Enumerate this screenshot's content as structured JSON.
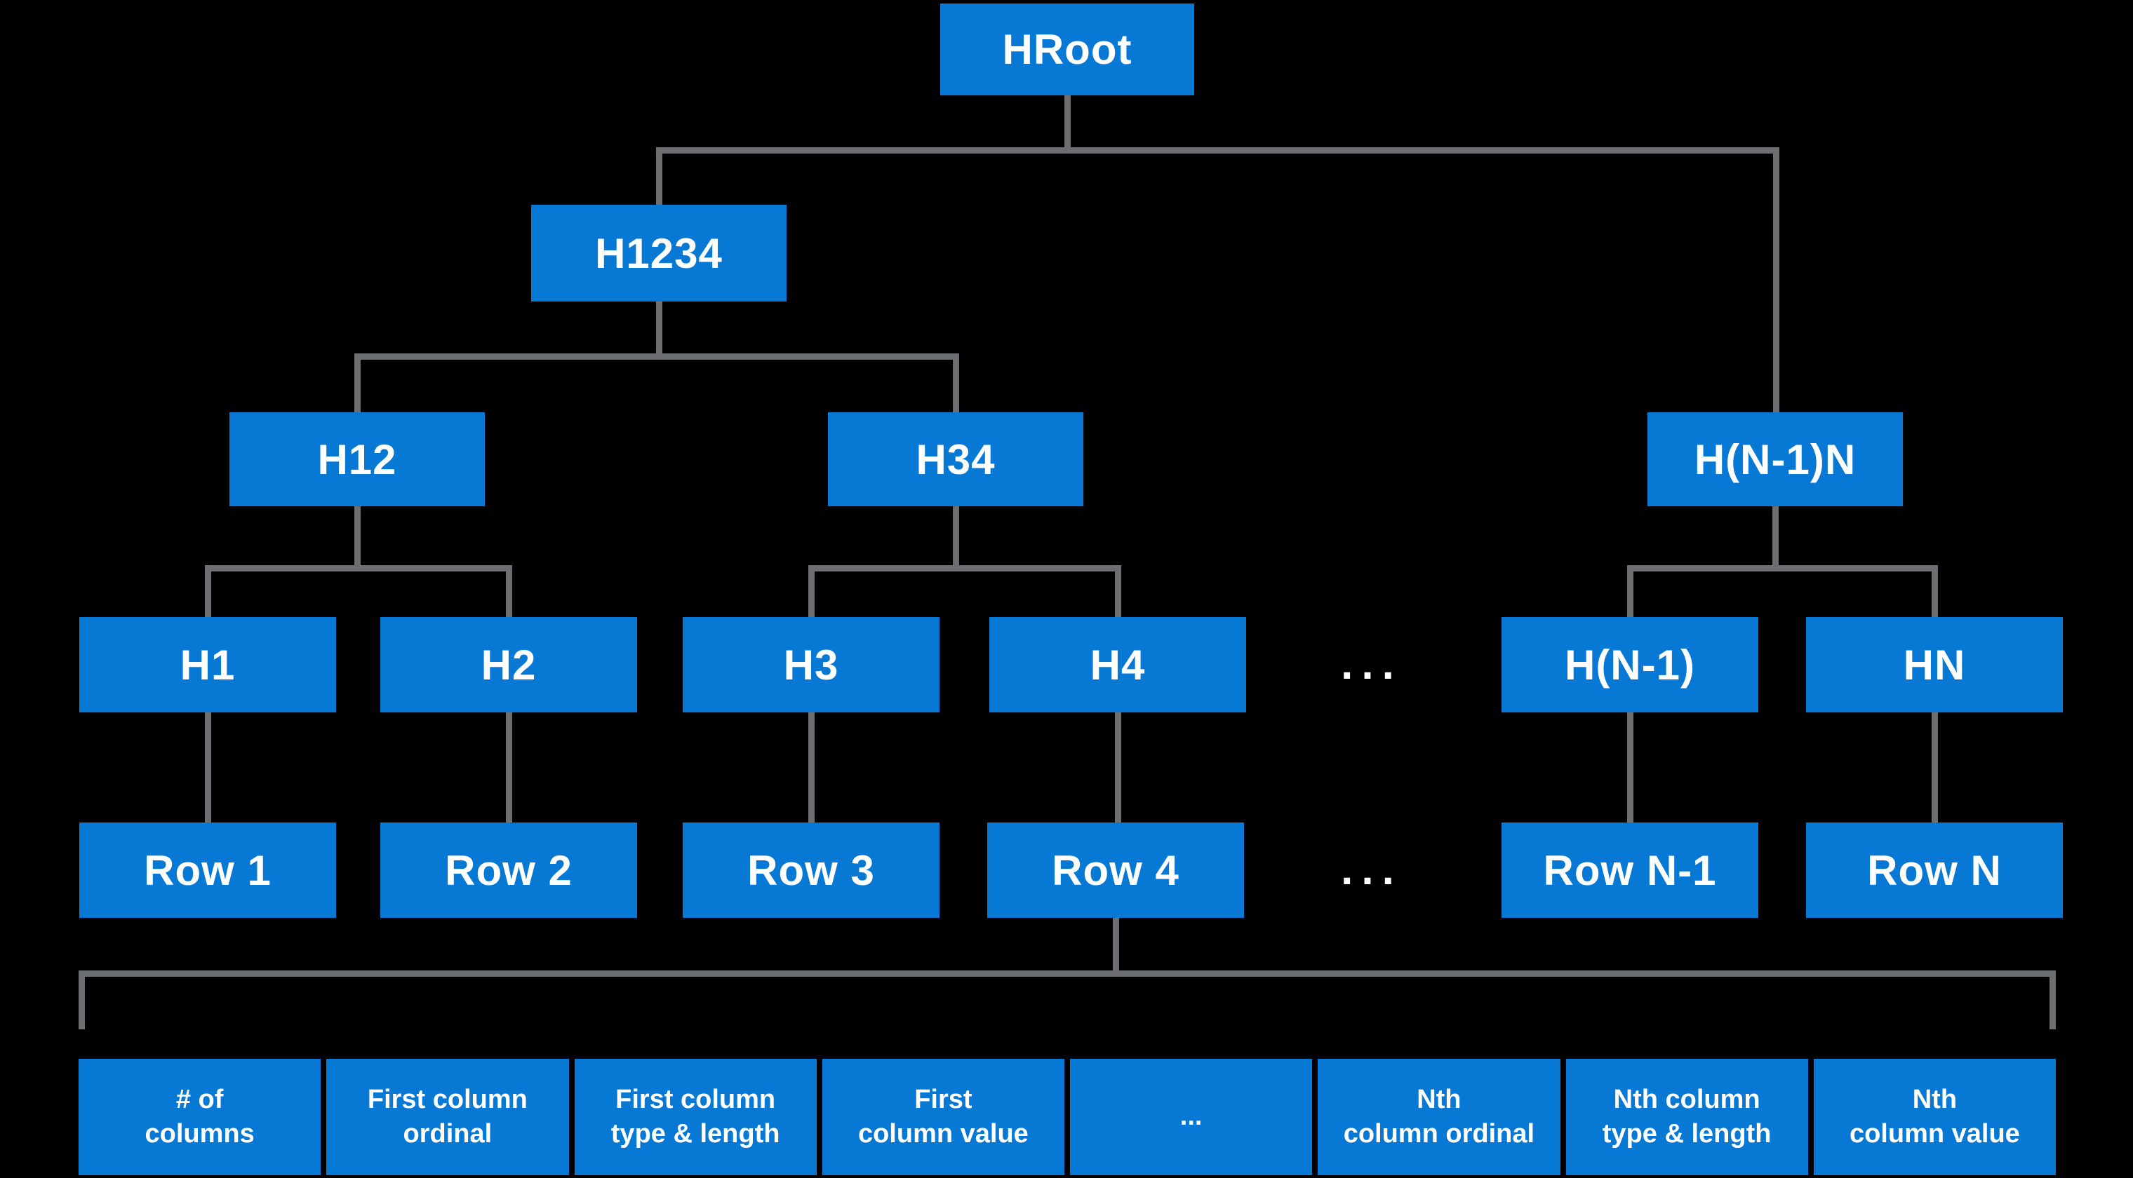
{
  "diagram": {
    "colors": {
      "background": "#000000",
      "node_fill": "#0778D4",
      "connector": "#6C6E71",
      "text": "#FFFFFF"
    },
    "nodes": {
      "hroot": "HRoot",
      "h1234": "H1234",
      "h12": "H12",
      "h34": "H34",
      "hn1n": "H(N-1)N",
      "h1": "H1",
      "h2": "H2",
      "h3": "H3",
      "h4": "H4",
      "hn1": "H(N-1)",
      "hn": "HN",
      "row1": "Row 1",
      "row2": "Row 2",
      "row3": "Row 3",
      "row4": "Row 4",
      "rown1": "Row N-1",
      "rown": "Row N"
    },
    "hash_level_ellipsis": "...",
    "row_level_ellipsis": "...",
    "record_fields": [
      "# of\ncolumns",
      "First column\nordinal",
      "First column\ntype & length",
      "First\ncolumn value",
      "...",
      "Nth\ncolumn ordinal",
      "Nth column\ntype & length",
      "Nth\ncolumn value"
    ]
  }
}
